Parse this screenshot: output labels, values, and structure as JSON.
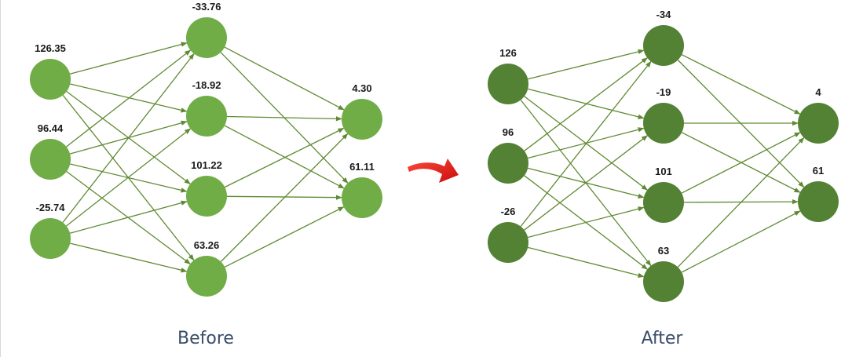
{
  "colors": {
    "before_node": "#70ad47",
    "after_node": "#548235",
    "edge": "#5f8a32",
    "arrow": "#e8191b"
  },
  "networks": [
    {
      "caption": "Before",
      "layers": [
        [
          "126.35",
          "96.44",
          "-25.74"
        ],
        [
          "-33.76",
          "-18.92",
          "101.22",
          "63.26"
        ],
        [
          "4.30",
          "61.11"
        ]
      ]
    },
    {
      "caption": "After",
      "layers": [
        [
          "126",
          "96",
          "-26"
        ],
        [
          "-34",
          "-19",
          "101",
          "63"
        ],
        [
          "4",
          "61"
        ]
      ]
    }
  ],
  "transition_icon": "curved-red-arrow-icon"
}
